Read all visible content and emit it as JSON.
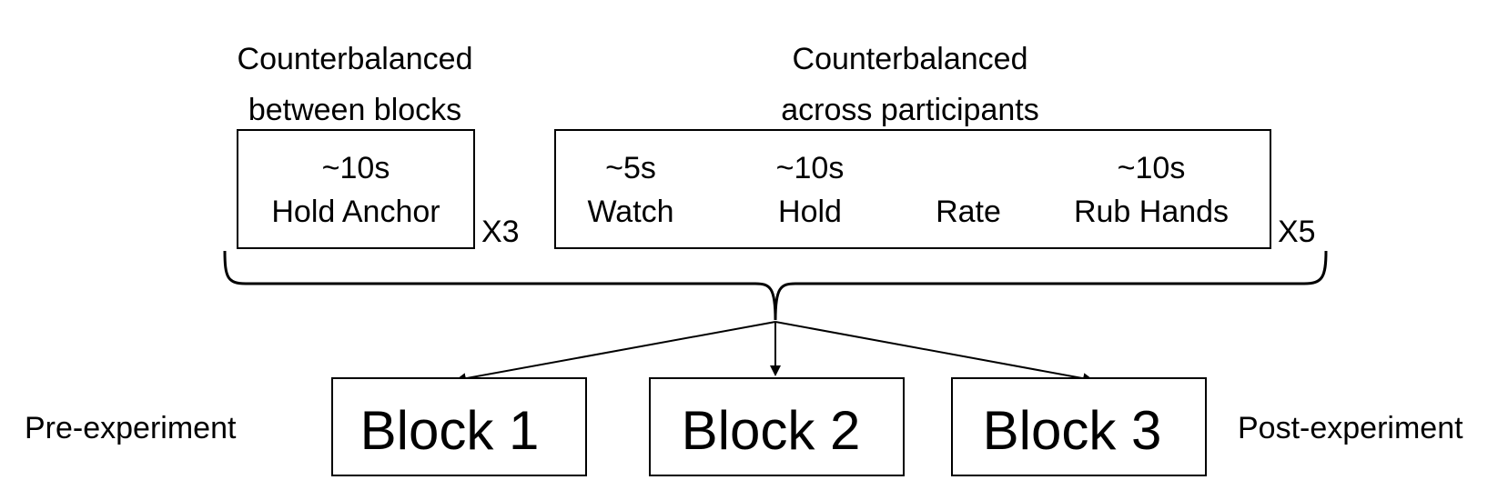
{
  "left_group": {
    "heading_line1": "Counterbalanced",
    "heading_line2": "between blocks",
    "duration": "~10s",
    "label": "Hold Anchor",
    "repeat": "X3"
  },
  "right_group": {
    "heading_line1": "Counterbalanced",
    "heading_line2": "across participants",
    "steps": [
      {
        "duration": "~5s",
        "label": "Watch"
      },
      {
        "duration": "~10s",
        "label": "Hold"
      },
      {
        "duration": "",
        "label": "Rate"
      },
      {
        "duration": "~10s",
        "label": "Rub Hands"
      }
    ],
    "repeat": "X5"
  },
  "blocks": [
    "Block 1",
    "Block 2",
    "Block 3"
  ],
  "pre_label": "Pre-experiment",
  "post_label": "Post-experiment"
}
